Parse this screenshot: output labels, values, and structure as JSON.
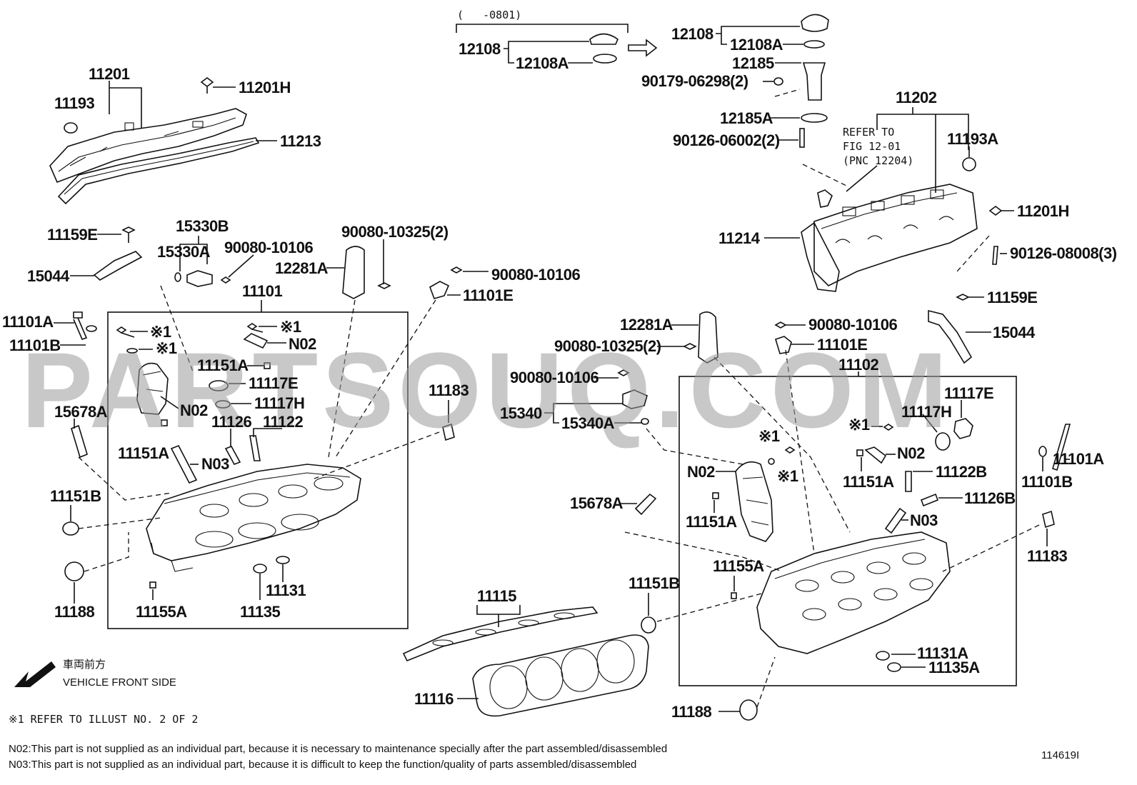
{
  "diagram_id": "114619I",
  "watermark": "PARTSOUQ.COM",
  "date_range": "(   -0801)",
  "refer_to_fig": [
    "REFER TO",
    "FIG 12-01",
    "(PNC 12204)"
  ],
  "vehicle_front": {
    "jp": "車両前方",
    "en": "VEHICLE FRONT SIDE"
  },
  "footnotes": {
    "refer": "※1 REFER TO ILLUST NO. 2 OF 2",
    "n02": "N02:This part is not supplied as an individual part, because it is necessary to maintenance specially after the part assembled/disassembled",
    "n03": "N03:This part is not supplied as an individual part, because it is difficult to keep the function/quality of parts assembled/disassembled"
  },
  "labels": {
    "p11201": "11201",
    "p11193": "11193",
    "p11201H_a": "11201H",
    "p11213": "11213",
    "p11159E_a": "11159E",
    "p15044_a": "15044",
    "p15330B": "15330B",
    "p15330A": "15330A",
    "p90080_10106_a": "90080-10106",
    "p90080_10325_a": "90080-10325(2)",
    "p12281A_a": "12281A",
    "p90080_10106_b": "90080-10106",
    "p11101E_a": "11101E",
    "p11101": "11101",
    "p11101A_a": "11101A",
    "p11101B_a": "11101B",
    "p11151A_a": "11151A",
    "p11117E_a": "11117E",
    "p11117H_a": "11117H",
    "pN02_a": "N02",
    "pN02_b": "N02",
    "p11126": "11126",
    "p11122": "11122",
    "p11151A_b": "11151A",
    "pN03_a": "N03",
    "p15678A_a": "15678A",
    "p11183_a": "11183",
    "p11151B_a": "11151B",
    "p11188_a": "11188",
    "p11155A_a": "11155A",
    "p11135": "11135",
    "p11131": "11131",
    "p11115": "11115",
    "p11116": "11116",
    "star1_a": "※1",
    "star1_b": "※1",
    "star1_c": "※1",
    "p12108_a": "12108",
    "p12108A_a": "12108A",
    "p12108_b": "12108",
    "p12108A_b": "12108A",
    "p12185": "12185",
    "p90179": "90179-06298(2)",
    "p12185A": "12185A",
    "p90126_06002": "90126-06002(2)",
    "p11202": "11202",
    "p11193A": "11193A",
    "p11201H_b": "11201H",
    "p11214": "11214",
    "p90126_08008": "90126-08008(3)",
    "p11159E_b": "11159E",
    "p15044_b": "15044",
    "p12281A_b": "12281A",
    "p90080_10325_b": "90080-10325(2)",
    "p90080_10106_c": "90080-10106",
    "p11101E_b": "11101E",
    "p90080_10106_d": "90080-10106",
    "p15340": "15340",
    "p15340A": "15340A",
    "p11102": "11102",
    "p11117E_b": "11117E",
    "p11117H_b": "11117H",
    "star1_d": "※1",
    "star1_e": "※1",
    "star1_f": "※1",
    "pN02_c": "N02",
    "pN02_d": "N02",
    "p11151A_c": "11151A",
    "p11151A_d": "11151A",
    "p11122B": "11122B",
    "p11126B": "11126B",
    "pN03_b": "N03",
    "p11101A_b": "11101A",
    "p11101B_b": "11101B",
    "p15678A_b": "15678A",
    "p11183_b": "11183",
    "p11155A_b": "11155A",
    "p11151B_b": "11151B",
    "p11131A": "11131A",
    "p11135A": "11135A",
    "p11188_b": "11188"
  }
}
